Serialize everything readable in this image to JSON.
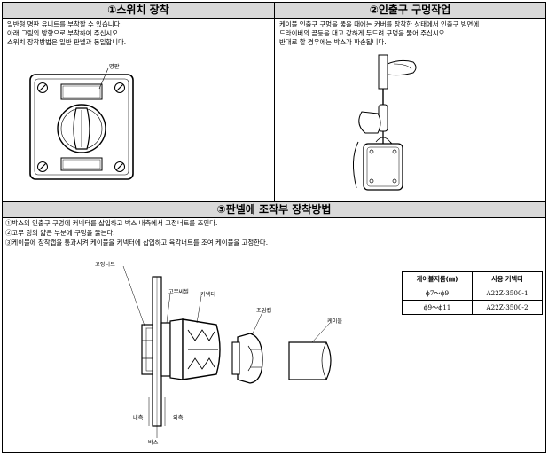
{
  "section1": {
    "title": "①스위치 장착",
    "lines": [
      "일반형 명판 유니트를 부착할 수 있습니다.",
      "아래 그림의 방향으로 부착하여 주십시오.",
      "스위치 장착방법은 일반 판넬과 동일합니다."
    ],
    "label_nameplate": "명판"
  },
  "section2": {
    "title": "②인출구 구멍작업",
    "lines": [
      "케이블 인출구 구멍을 뚫을 때에는 커버를 장착한 상태에서 인출구 빔면에",
      "드라이버의 끝등을 대고 강하게 두드려 구멍을 뚫어 주십시오.",
      "반대로 할 경우에는 박스가 파손됩니다."
    ]
  },
  "section3": {
    "title": "③판넬에 조작부 장착방법",
    "lines": [
      "①박스의 인출구 구멍에 커넥터를 삽입하고 박스 내측에서 고정너트를 조인다.",
      "②고무 링의 얇은 부분에 구멍을 뚫는다.",
      "③케이블에 장착캡을 통과시켜 케이블을 커넥터에 삽입하고 육각너트를 조여 케이블을 고정한다."
    ],
    "labels": {
      "fixing_nut": "고정너트",
      "rubber_seal": "고무씨씰",
      "connector": "커넥터",
      "tightening_cap": "조임캡",
      "cable": "케이블",
      "inside": "내측",
      "outside": "외측",
      "box": "박스"
    },
    "table": {
      "headers": [
        "케이블지름(㎜)",
        "사용 커넥터"
      ],
      "rows": [
        [
          "ϕ7～ϕ9",
          "A22Z-3500-1"
        ],
        [
          "ϕ9～ϕ11",
          "A22Z-3500-2"
        ]
      ]
    }
  }
}
